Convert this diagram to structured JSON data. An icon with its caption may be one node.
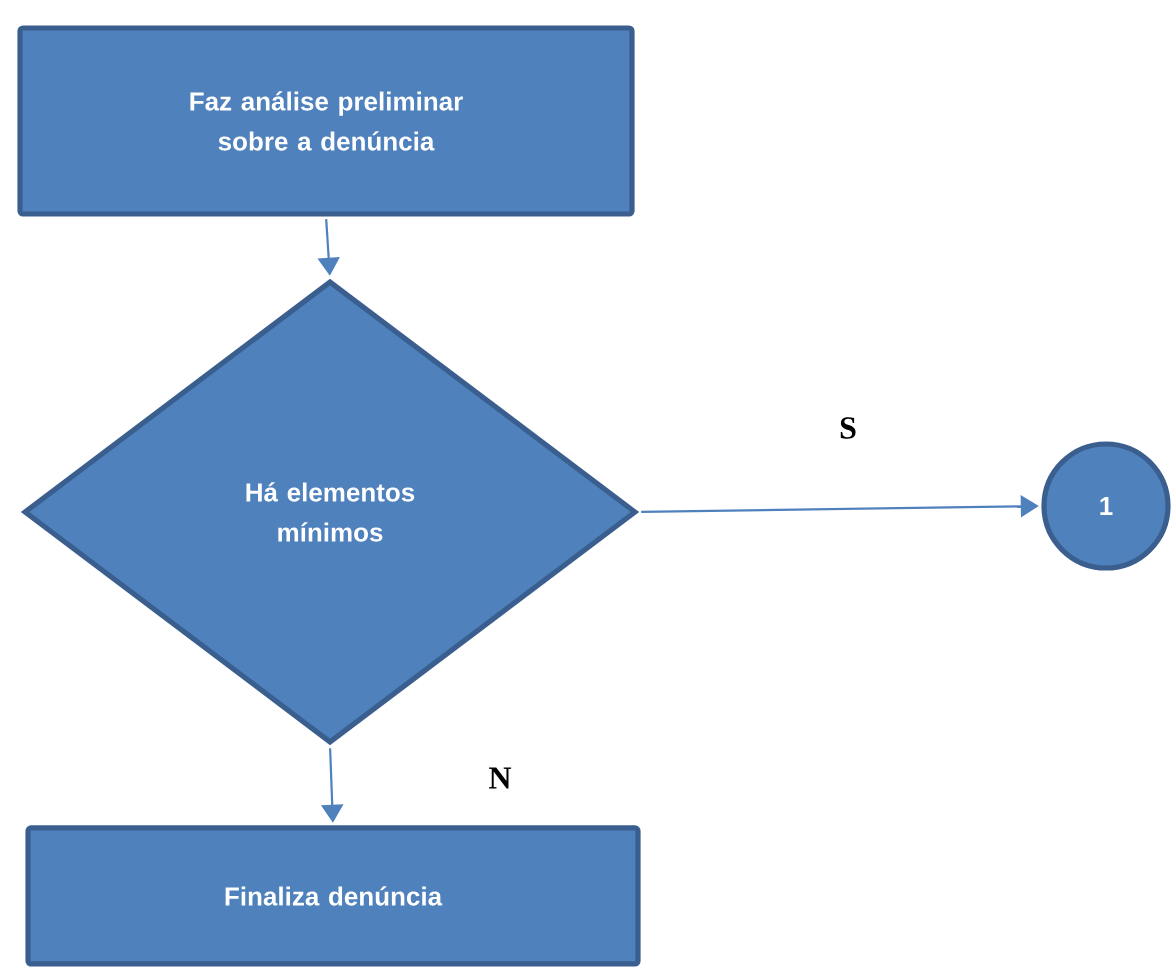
{
  "diagram": {
    "nodes": [
      {
        "text": [
          "Faz análise preliminar sobre a denúncia"
        ]
      },
      {
        "text": [
          "Há elementos mínimos"
        ]
      },
      {
        "text": [
          "1"
        ]
      },
      {
        "text": [
          "Finaliza denúncia"
        ]
      }
    ],
    "edges": [
      {
        "from": 0,
        "to": 1,
        "arrow": "to"
      },
      {
        "from": 1,
        "to": 2,
        "arrow": "to",
        "label": "S"
      },
      {
        "from": 1,
        "to": 3,
        "arrow": "to",
        "label": "N"
      }
    ]
  }
}
